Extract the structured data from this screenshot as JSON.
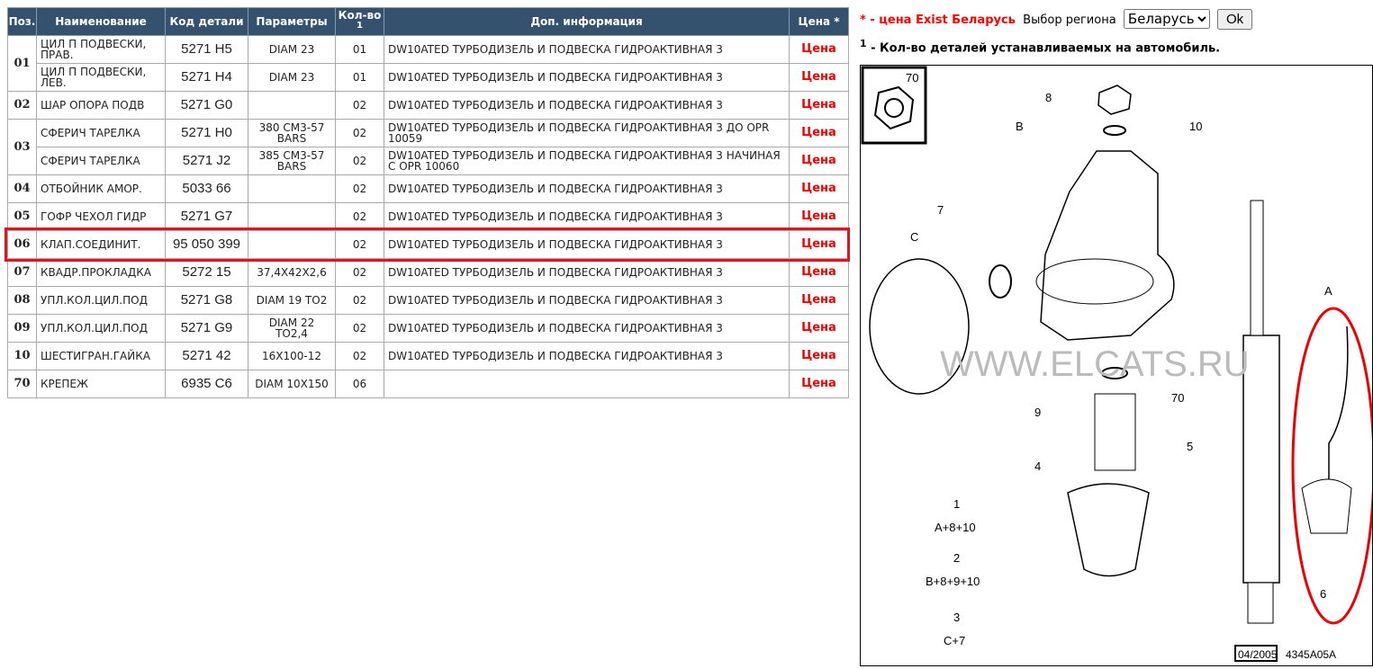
{
  "table": {
    "headers": [
      "Поз.",
      "Наименование",
      "Код детали",
      "Параметры",
      "Кол-во",
      "Доп. информация",
      "Цена *"
    ],
    "qty_sup": "1",
    "rows": [
      {
        "pos": "01",
        "name": "ЦИЛ П ПОДВЕСКИ, ПРАВ.",
        "code": "5271 H5",
        "params": "DIAM 23",
        "qty": "01",
        "info": "DW10ATED ТУРБОДИЗЕЛЬ И ПОДВЕСКА ГИДРОАКТИВНАЯ 3",
        "price": "Цена"
      },
      {
        "pos": "",
        "name": "ЦИЛ П ПОДВЕСКИ, ЛЕВ.",
        "code": "5271 H4",
        "params": "DIAM 23",
        "qty": "01",
        "info": "DW10ATED ТУРБОДИЗЕЛЬ И ПОДВЕСКА ГИДРОАКТИВНАЯ 3",
        "price": "Цена"
      },
      {
        "pos": "02",
        "name": "ШАР ОПОРА ПОДВ",
        "code": "5271 G0",
        "params": "",
        "qty": "02",
        "info": "DW10ATED ТУРБОДИЗЕЛЬ И ПОДВЕСКА ГИДРОАКТИВНАЯ 3",
        "price": "Цена"
      },
      {
        "pos": "03",
        "name": "СФЕРИЧ ТАРЕЛКА",
        "code": "5271 H0",
        "params": "380 CM3-57 BARS",
        "qty": "02",
        "info": "DW10ATED ТУРБОДИЗЕЛЬ И ПОДВЕСКА ГИДРОАКТИВНАЯ 3 ДО OPR 10059",
        "price": "Цена"
      },
      {
        "pos": "",
        "name": "СФЕРИЧ ТАРЕЛКА",
        "code": "5271 J2",
        "params": "385 CM3-57 BARS",
        "qty": "02",
        "info": "DW10ATED ТУРБОДИЗЕЛЬ И ПОДВЕСКА ГИДРОАКТИВНАЯ 3 НАЧИНАЯ С OPR 10060",
        "price": "Цена"
      },
      {
        "pos": "04",
        "name": "ОТБОЙНИК АМОР.",
        "code": "5033 66",
        "params": "",
        "qty": "02",
        "info": "DW10ATED ТУРБОДИЗЕЛЬ И ПОДВЕСКА ГИДРОАКТИВНАЯ 3",
        "price": "Цена"
      },
      {
        "pos": "05",
        "name": "ГОФР ЧЕХОЛ ГИДР",
        "code": "5271 G7",
        "params": "",
        "qty": "02",
        "info": "DW10ATED ТУРБОДИЗЕЛЬ И ПОДВЕСКА ГИДРОАКТИВНАЯ 3",
        "price": "Цена"
      },
      {
        "pos": "06",
        "name": "КЛАП.СОЕДИНИТ.",
        "code": "95 050 399",
        "params": "",
        "qty": "02",
        "info": "DW10ATED ТУРБОДИЗЕЛЬ И ПОДВЕСКА ГИДРОАКТИВНАЯ 3",
        "price": "Цена"
      },
      {
        "pos": "07",
        "name": "КВАДР.ПРОКЛАДКА",
        "code": "5272 15",
        "params": "37,4X42X2,6",
        "qty": "02",
        "info": "DW10ATED ТУРБОДИЗЕЛЬ И ПОДВЕСКА ГИДРОАКТИВНАЯ 3",
        "price": "Цена"
      },
      {
        "pos": "08",
        "name": "УПЛ.КОЛ.ЦИЛ.ПОД",
        "code": "5271 G8",
        "params": "DIAM 19 TO2",
        "qty": "02",
        "info": "DW10ATED ТУРБОДИЗЕЛЬ И ПОДВЕСКА ГИДРОАКТИВНАЯ 3",
        "price": "Цена"
      },
      {
        "pos": "09",
        "name": "УПЛ.КОЛ.ЦИЛ.ПОД",
        "code": "5271 G9",
        "params": "DIAM 22 TO2,4",
        "qty": "02",
        "info": "DW10ATED ТУРБОДИЗЕЛЬ И ПОДВЕСКА ГИДРОАКТИВНАЯ 3",
        "price": "Цена"
      },
      {
        "pos": "10",
        "name": "ШЕСТИГРАН.ГАЙКА",
        "code": "5271 42",
        "params": "16X100-12",
        "qty": "02",
        "info": "DW10ATED ТУРБОДИЗЕЛЬ И ПОДВЕСКА ГИДРОАКТИВНАЯ 3",
        "price": "Цена"
      },
      {
        "pos": "70",
        "name": "КРЕПЕЖ",
        "code": "6935 C6",
        "params": "DIAM 10X150",
        "qty": "06",
        "info": "",
        "price": "Цена"
      }
    ]
  },
  "legend": {
    "star": "* - цена Exist Беларусь",
    "region_label": "Выбор региона",
    "region_value": "Беларусь",
    "ok": "Ok",
    "note_sup": "1",
    "note": " - Кол-во деталей устанавливаемых на автомобиль."
  },
  "diagram": {
    "watermark": "WWW.ELCATS.RU",
    "date": "04/2005",
    "ref": "4345A05A",
    "labels": [
      "70",
      "8",
      "10",
      "B",
      "7",
      "C",
      "A",
      "9",
      "4",
      "5",
      "6",
      "1",
      "2",
      "3"
    ],
    "formulas": [
      "A+8+10",
      "B+8+9+10",
      "C+7"
    ]
  }
}
